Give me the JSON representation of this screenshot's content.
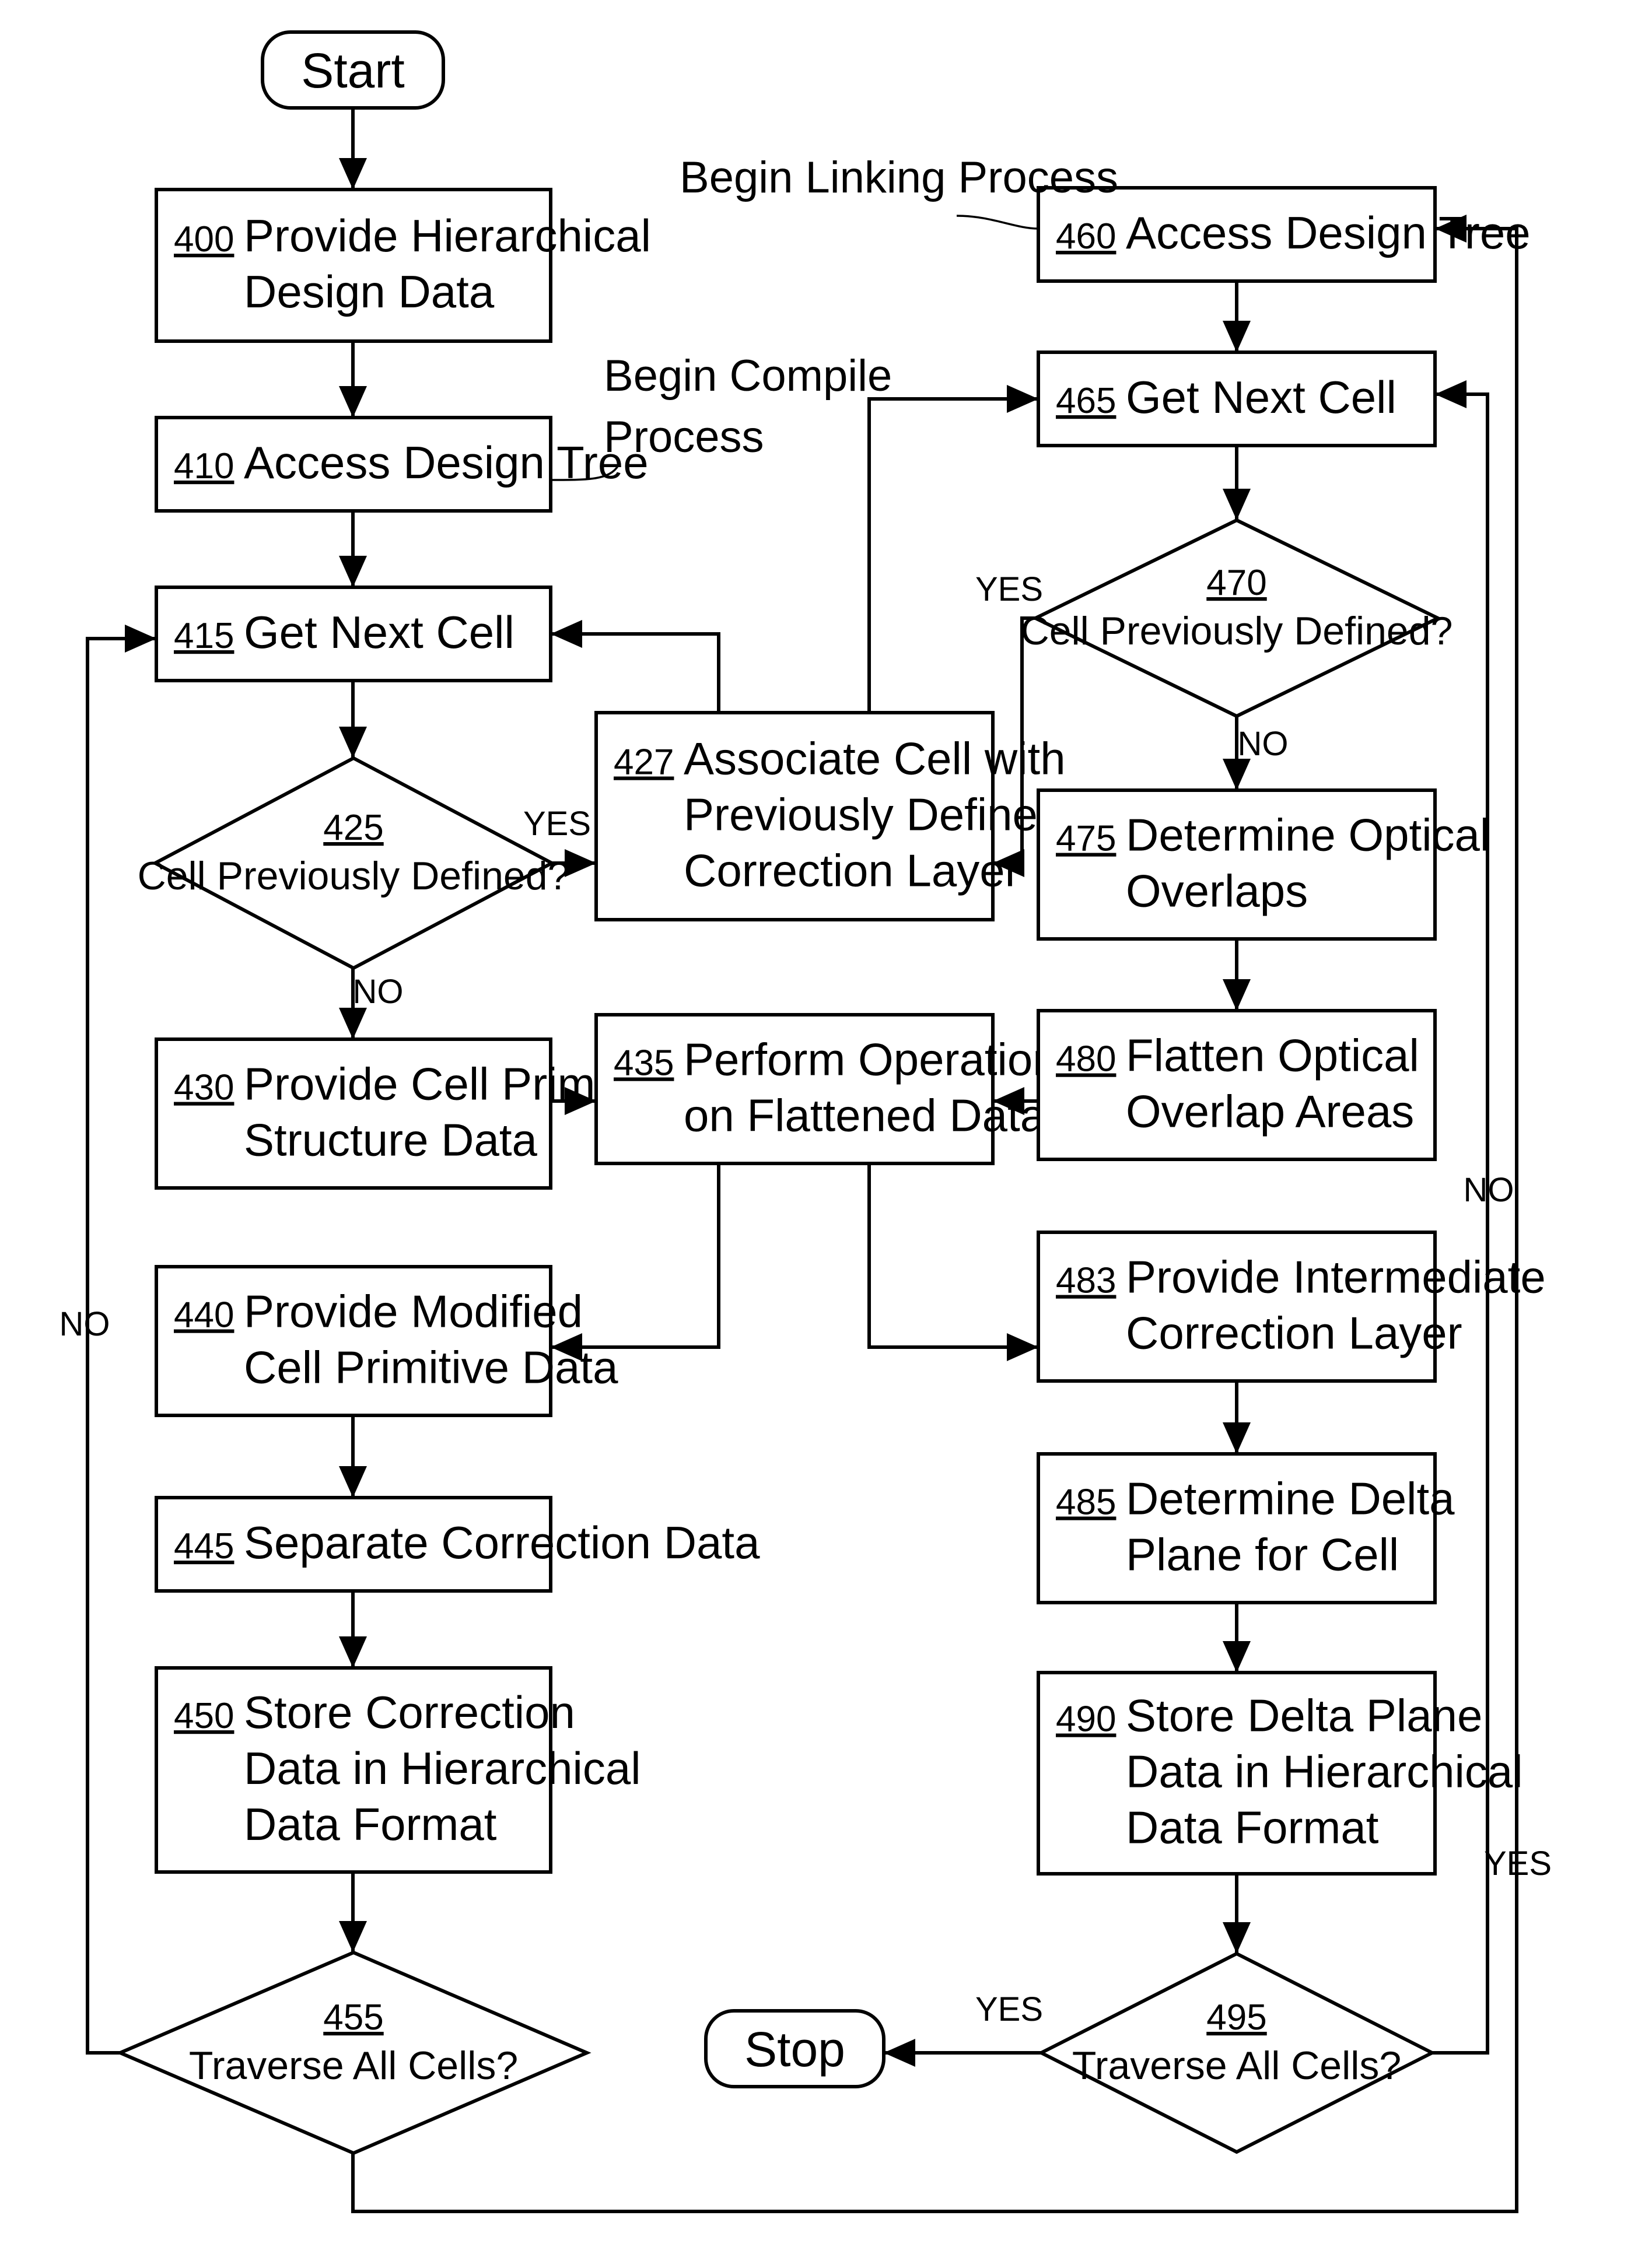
{
  "nodes": [
    {
      "id": "start",
      "kind": "terminal",
      "label": "Start"
    },
    {
      "id": "n400",
      "kind": "process",
      "number": "400",
      "lines": [
        "Provide Hierarchical",
        "Design Data"
      ]
    },
    {
      "id": "n410",
      "kind": "process",
      "number": "410",
      "lines": [
        "Access Design Tree"
      ]
    },
    {
      "id": "n415",
      "kind": "process",
      "number": "415",
      "lines": [
        "Get Next Cell"
      ]
    },
    {
      "id": "n425",
      "kind": "decision",
      "number": "425",
      "lines": [
        "Cell Previously Defined?"
      ]
    },
    {
      "id": "n427",
      "kind": "process",
      "number": "427",
      "lines": [
        "Associate Cell with",
        "Previously Defined",
        "Correction Layer"
      ]
    },
    {
      "id": "n430",
      "kind": "process",
      "number": "430",
      "lines": [
        "Provide Cell Primitive",
        "Structure Data"
      ]
    },
    {
      "id": "n435",
      "kind": "process",
      "number": "435",
      "lines": [
        "Perform Operation",
        "on Flattened Data"
      ]
    },
    {
      "id": "n440",
      "kind": "process",
      "number": "440",
      "lines": [
        "Provide Modified",
        "Cell Primitive Data"
      ]
    },
    {
      "id": "n445",
      "kind": "process",
      "number": "445",
      "lines": [
        "Separate Correction Data"
      ]
    },
    {
      "id": "n450",
      "kind": "process",
      "number": "450",
      "lines": [
        "Store Correction",
        "Data in Hierarchical",
        "Data Format"
      ]
    },
    {
      "id": "n455",
      "kind": "decision",
      "number": "455",
      "lines": [
        "Traverse All Cells?"
      ]
    },
    {
      "id": "n460",
      "kind": "process",
      "number": "460",
      "lines": [
        "Access Design Tree"
      ]
    },
    {
      "id": "n465",
      "kind": "process",
      "number": "465",
      "lines": [
        "Get Next Cell"
      ]
    },
    {
      "id": "n470",
      "kind": "decision",
      "number": "470",
      "lines": [
        "Cell Previously Defined?"
      ]
    },
    {
      "id": "n475",
      "kind": "process",
      "number": "475",
      "lines": [
        "Determine Optical",
        "Overlaps"
      ]
    },
    {
      "id": "n480",
      "kind": "process",
      "number": "480",
      "lines": [
        "Flatten Optical",
        "Overlap Areas"
      ]
    },
    {
      "id": "n483",
      "kind": "process",
      "number": "483",
      "lines": [
        "Provide Intermediate",
        "Correction Layer"
      ]
    },
    {
      "id": "n485",
      "kind": "process",
      "number": "485",
      "lines": [
        "Determine Delta",
        "Plane for Cell"
      ]
    },
    {
      "id": "n490",
      "kind": "process",
      "number": "490",
      "lines": [
        "Store Delta Plane",
        "Data in Hierarchical",
        "Data Format"
      ]
    },
    {
      "id": "n495",
      "kind": "decision",
      "number": "495",
      "lines": [
        "Traverse All Cells?"
      ]
    },
    {
      "id": "stop",
      "kind": "terminal",
      "label": "Stop"
    }
  ],
  "edges": [
    {
      "from": "start",
      "to": "n400",
      "label": ""
    },
    {
      "from": "n400",
      "to": "n410",
      "label": ""
    },
    {
      "from": "n410",
      "to": "n415",
      "label": ""
    },
    {
      "from": "n415",
      "to": "n425",
      "label": ""
    },
    {
      "from": "n425",
      "to": "n427",
      "label": "YES"
    },
    {
      "from": "n425",
      "to": "n430",
      "label": "NO"
    },
    {
      "from": "n427",
      "to": "n415",
      "label": ""
    },
    {
      "from": "n427",
      "to": "n465",
      "label": ""
    },
    {
      "from": "n430",
      "to": "n435",
      "label": ""
    },
    {
      "from": "n435",
      "to": "n440",
      "label": ""
    },
    {
      "from": "n435",
      "to": "n483",
      "label": ""
    },
    {
      "from": "n440",
      "to": "n445",
      "label": ""
    },
    {
      "from": "n445",
      "to": "n450",
      "label": ""
    },
    {
      "from": "n450",
      "to": "n455",
      "label": ""
    },
    {
      "from": "n455",
      "to": "n415",
      "label": "NO"
    },
    {
      "from": "n455",
      "to": "n460",
      "label": "YES"
    },
    {
      "from": "n460",
      "to": "n465",
      "label": ""
    },
    {
      "from": "n465",
      "to": "n470",
      "label": ""
    },
    {
      "from": "n470",
      "to": "n427",
      "label": "YES"
    },
    {
      "from": "n470",
      "to": "n475",
      "label": "NO"
    },
    {
      "from": "n475",
      "to": "n480",
      "label": ""
    },
    {
      "from": "n480",
      "to": "n435",
      "label": ""
    },
    {
      "from": "n483",
      "to": "n485",
      "label": ""
    },
    {
      "from": "n485",
      "to": "n490",
      "label": ""
    },
    {
      "from": "n490",
      "to": "n495",
      "label": ""
    },
    {
      "from": "n495",
      "to": "stop",
      "label": "YES"
    },
    {
      "from": "n495",
      "to": "n465",
      "label": "NO"
    }
  ],
  "annotations": [
    {
      "id": "compile",
      "lines": [
        "Begin Compile",
        "Process"
      ]
    },
    {
      "id": "linking",
      "lines": [
        "Begin Linking Process"
      ]
    }
  ]
}
